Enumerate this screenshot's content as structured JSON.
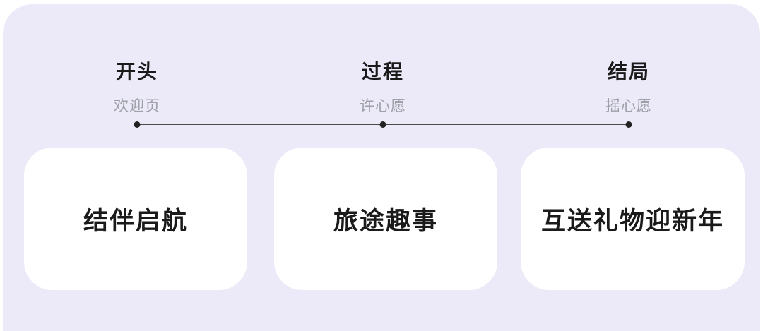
{
  "theme": {
    "panel_bg": "#ECEAF9",
    "card_bg": "#FFFFFF",
    "title_color": "#1A1A1A",
    "subtitle_color": "#9EA0A8",
    "line_color": "#4A4A4A",
    "dot_color": "#222222"
  },
  "timeline": {
    "stages": [
      {
        "title": "开头",
        "subtitle": "欢迎页"
      },
      {
        "title": "过程",
        "subtitle": "许心愿"
      },
      {
        "title": "结局",
        "subtitle": "摇心愿"
      }
    ]
  },
  "cards": [
    {
      "label": "结伴启航"
    },
    {
      "label": "旅途趣事"
    },
    {
      "label": "互送礼物迎新年"
    }
  ]
}
